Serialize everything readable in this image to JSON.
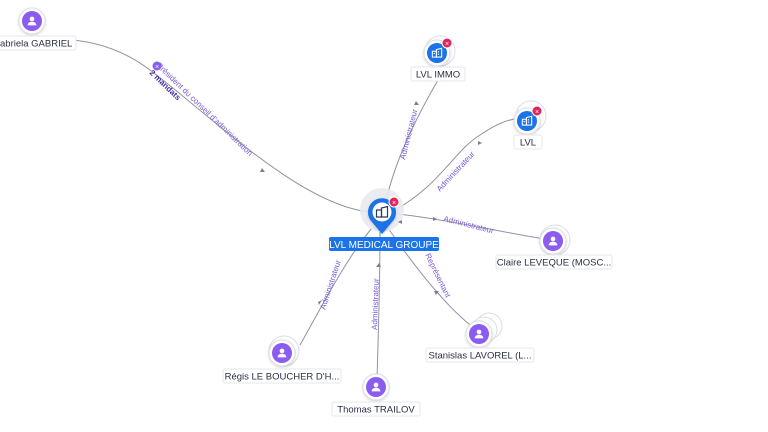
{
  "graph": {
    "center": {
      "label": "LVL MEDICAL GROUPE",
      "icon": "company-icon",
      "status": "closed-badge"
    },
    "nodes": [
      {
        "id": "gabriel",
        "label": "abriela GABRIEL",
        "type": "person",
        "icon": "person-icon"
      },
      {
        "id": "lvl-immo",
        "label": "LVL IMMO",
        "type": "company",
        "icon": "company-icon",
        "status": "closed-badge"
      },
      {
        "id": "lvl",
        "label": "LVL",
        "type": "company",
        "icon": "company-icon",
        "status": "closed-badge"
      },
      {
        "id": "leveque",
        "label": "Claire LEVEQUE (MOSC...",
        "type": "person",
        "icon": "person-icon"
      },
      {
        "id": "lavorel",
        "label": "Stanislas LAVOREL (L...",
        "type": "person-group",
        "icon": "person-icon"
      },
      {
        "id": "trailov",
        "label": "Thomas TRAILOV",
        "type": "person",
        "icon": "person-icon"
      },
      {
        "id": "boucher",
        "label": "Régis LE BOUCHER D'H...",
        "type": "person",
        "icon": "person-icon"
      }
    ],
    "edges": [
      {
        "to": "gabriel",
        "label": "Président du conseil d'administration",
        "extra": "2 mandats"
      },
      {
        "to": "lvl-immo",
        "label": "Administrateur"
      },
      {
        "to": "lvl",
        "label": "Administrateur"
      },
      {
        "to": "leveque",
        "label": "Administrateur"
      },
      {
        "to": "lavorel",
        "label": "Représentant"
      },
      {
        "to": "trailov",
        "label": "Administrateur"
      },
      {
        "to": "boucher",
        "label": "Administrateur"
      }
    ]
  },
  "colors": {
    "edge": "#8f93a3",
    "edge_label": "#7a5bd6",
    "person_node": "#8a5cf0",
    "company_node": "#1a73e8",
    "center_node": "#1a73e8",
    "closed_badge": "#e0245e"
  }
}
